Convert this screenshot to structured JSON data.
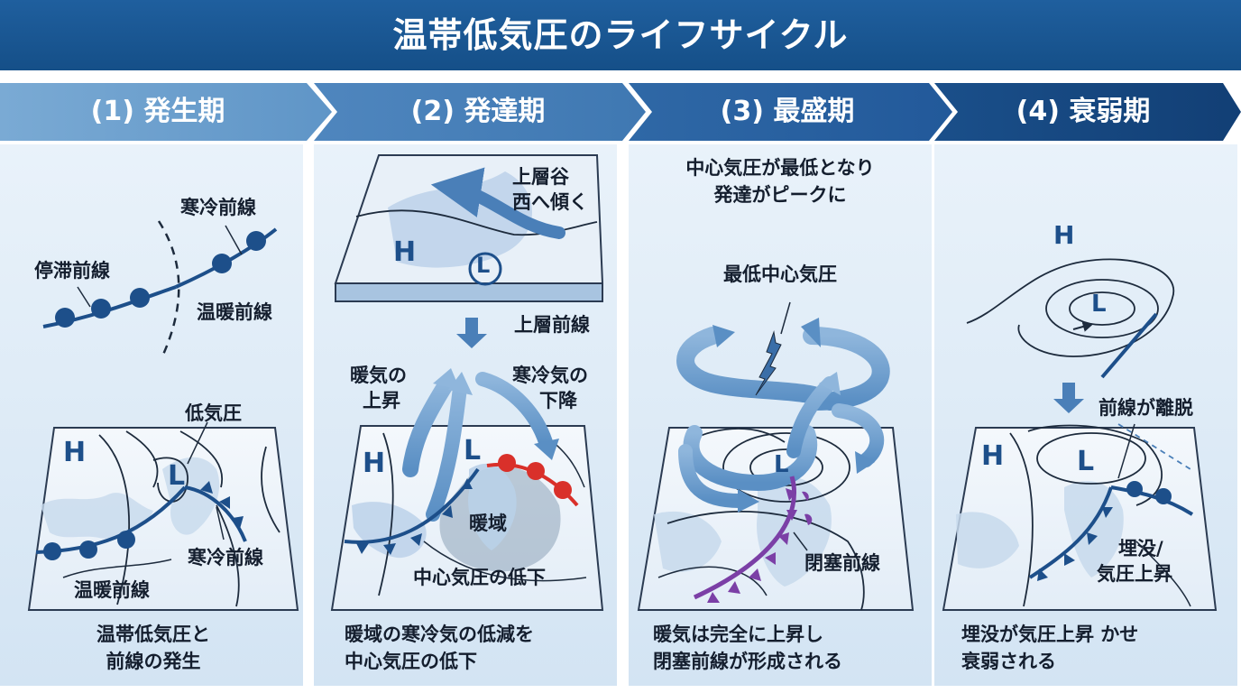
{
  "title": "温帯低気圧のライフサイクル",
  "stages": [
    {
      "label": "(1) 発生期",
      "top_labels": [
        "停滞前線",
        "寒冷前線",
        "温暖前線"
      ],
      "map_labels": [
        "低気圧",
        "寒冷前線",
        "温暖前線"
      ],
      "caption": [
        "温帯低気圧と",
        "前線の発生"
      ]
    },
    {
      "label": "(2) 発達期",
      "upper_label": [
        "上層谷",
        "西へ傾く"
      ],
      "upper_front": "上層前線",
      "rise_label": [
        "暖気の",
        "上昇"
      ],
      "sink_label": [
        "寒冷気の",
        "下降"
      ],
      "warm_sector": "暖域",
      "pressure_drop": "中心気圧の低下",
      "caption": [
        "暖域の寒冷気の低減を",
        "中心気圧の低下"
      ]
    },
    {
      "label": "(3) 最盛期",
      "top_text": [
        "中心気圧が最低となり",
        "発達がピークに"
      ],
      "min_label": "最低中心気圧",
      "occluded_label": "閉塞前線",
      "caption": [
        "暖気は完全に上昇し",
        "閉塞前線が形成される"
      ]
    },
    {
      "label": "(4) 衰弱期",
      "detach_label": "前線が離脱",
      "fill_label": [
        "埋没/",
        "気圧上昇"
      ],
      "caption": [
        "埋没が気圧上昇 かせ",
        "衰弱される"
      ]
    }
  ],
  "symbols": {
    "high": "H",
    "low": "L"
  },
  "colors": {
    "title_bg": "#1a5792",
    "front_blue": "#1d4f8a",
    "warm_front_red": "#d9302a",
    "occluded_purple": "#7b3fa6",
    "panel_bg": "#dde9f5"
  }
}
